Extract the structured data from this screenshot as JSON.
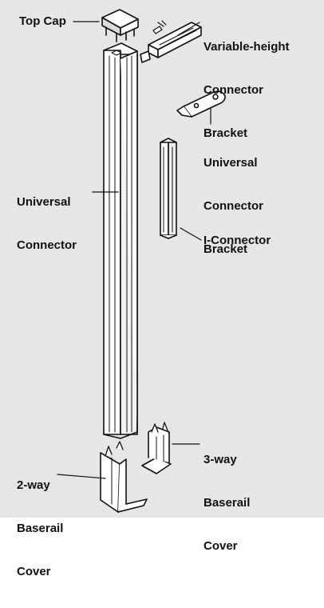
{
  "labels": {
    "top_cap": "Top Cap",
    "variable_bracket": [
      "Variable-height",
      "Connector",
      "Bracket"
    ],
    "universal_bracket": [
      "Universal",
      "Connector",
      "Bracket"
    ],
    "universal_connector": [
      "Universal",
      "Connector"
    ],
    "i_connector": "I-Connector",
    "three_way_cover": [
      "3-way",
      "Baserail",
      "Cover"
    ],
    "two_way_cover": [
      "2-way",
      "Baserail",
      "Cover"
    ]
  },
  "colors": {
    "background": "#e6e6e8",
    "line": "#111111",
    "part_fill": "#ffffff"
  }
}
